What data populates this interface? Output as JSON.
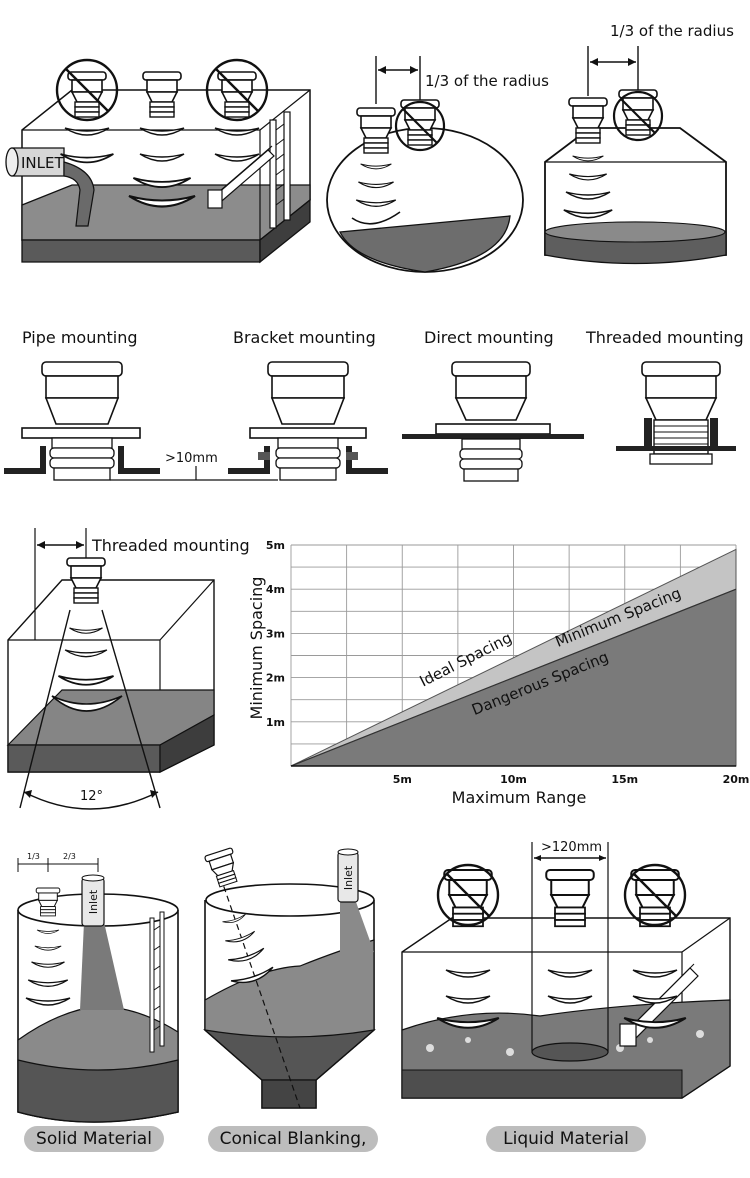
{
  "top": {
    "inlet_label": "INLET",
    "radius_label_sphere": "1/3 of the radius",
    "radius_label_cone": "1/3 of the radius"
  },
  "mounting": {
    "pipe": "Pipe mounting",
    "bracket": "Bracket mounting",
    "direct": "Direct mounting",
    "threaded": "Threaded mounting",
    "gap": ">10mm"
  },
  "beam": {
    "threaded_label": "Threaded mounting",
    "angle_label": "12°"
  },
  "chart_data": {
    "type": "area",
    "title": "",
    "xlabel": "Maximum Range",
    "ylabel": "Minimum Spacing",
    "x_ticks": [
      "5m",
      "10m",
      "15m",
      "20m"
    ],
    "y_ticks": [
      "1m",
      "2m",
      "3m",
      "4m",
      "5m"
    ],
    "xlim": [
      0,
      20
    ],
    "ylim": [
      0,
      5
    ],
    "grid": true,
    "series": [
      {
        "name": "Ideal Spacing",
        "x": [
          0,
          20
        ],
        "y": [
          0,
          4.9
        ]
      },
      {
        "name": "Minimum Spacing",
        "x": [
          0,
          20
        ],
        "y": [
          0,
          4.0
        ]
      },
      {
        "name": "Dangerous Spacing",
        "x": [
          0,
          20
        ],
        "y": [
          0,
          4.0
        ]
      }
    ],
    "colors": {
      "ideal": "#c4c4c4",
      "dangerous": "#7a7a7a",
      "grid": "#9a9a9a"
    }
  },
  "bottom": {
    "solid_inlet": "Inlet",
    "cone_inlet": "Inlet",
    "ratio_a": "1/3",
    "ratio_b": "2/3",
    "gap_label": ">120mm",
    "solid_caption": "Solid Material",
    "conical_caption": "Conical Blanking,",
    "liquid_caption": "Liquid Material"
  }
}
